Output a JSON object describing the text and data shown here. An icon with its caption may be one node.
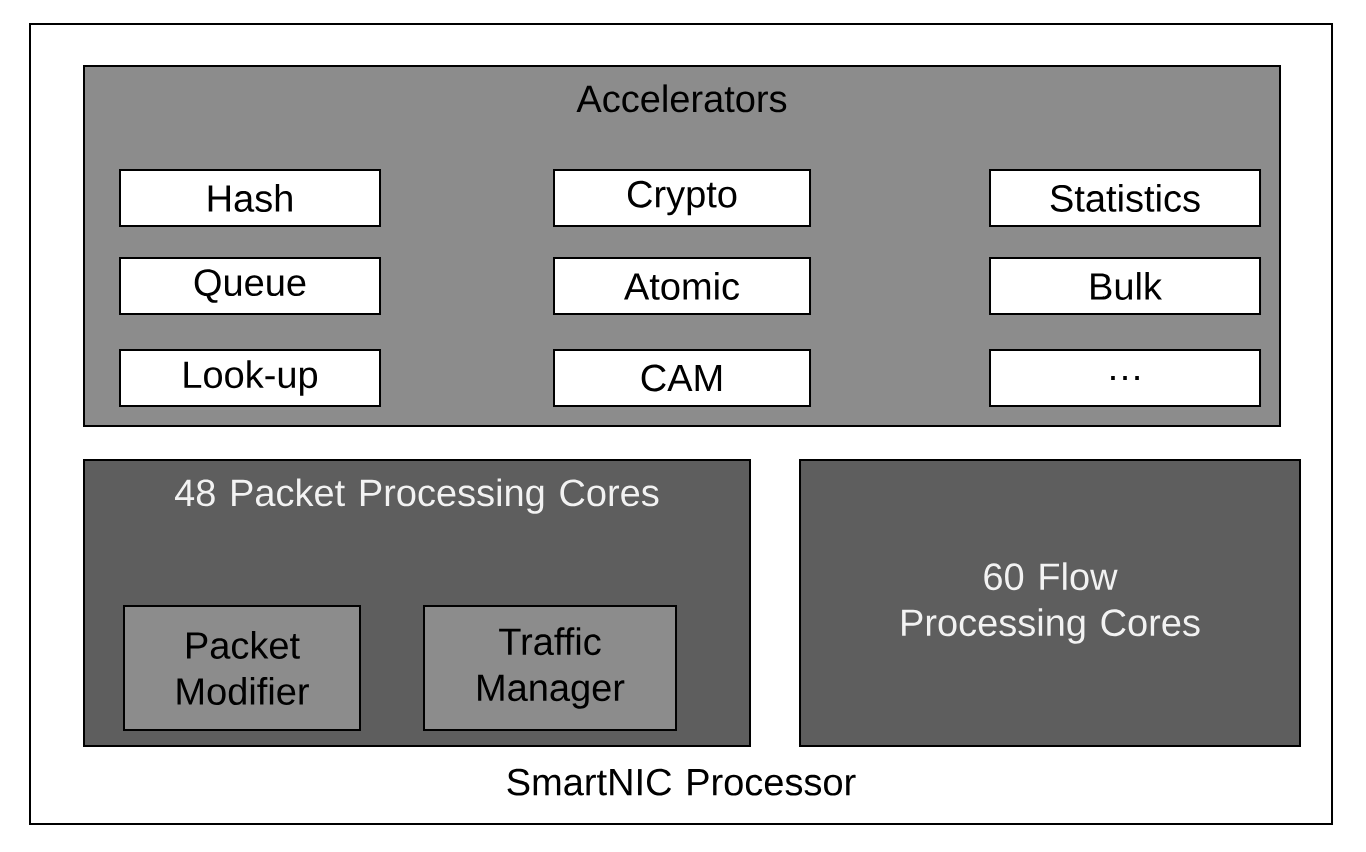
{
  "diagram": {
    "nodes": [
      {
        "text": [
          "SmartNIC Processor"
        ]
      },
      {
        "text": [
          "Accelerators"
        ],
        "in": 0
      },
      {
        "text": [
          "Hash"
        ],
        "in": 1
      },
      {
        "text": [
          "Crypto"
        ],
        "in": 1
      },
      {
        "text": [
          "Statistics"
        ],
        "in": 1
      },
      {
        "text": [
          "Queue"
        ],
        "in": 1
      },
      {
        "text": [
          "Atomic"
        ],
        "in": 1
      },
      {
        "text": [
          "Bulk"
        ],
        "in": 1
      },
      {
        "text": [
          "Look-up"
        ],
        "in": 1
      },
      {
        "text": [
          "CAM"
        ],
        "in": 1
      },
      {
        "text": [
          "…"
        ],
        "in": 1
      },
      {
        "text": [
          "48 Packet Processing Cores"
        ],
        "in": 0
      },
      {
        "text": [
          "Packet Modifier"
        ],
        "in": 11
      },
      {
        "text": [
          "Traffic Manager"
        ],
        "in": 11
      },
      {
        "text": [
          "60 Flow Processing Cores"
        ],
        "in": 0
      }
    ]
  }
}
